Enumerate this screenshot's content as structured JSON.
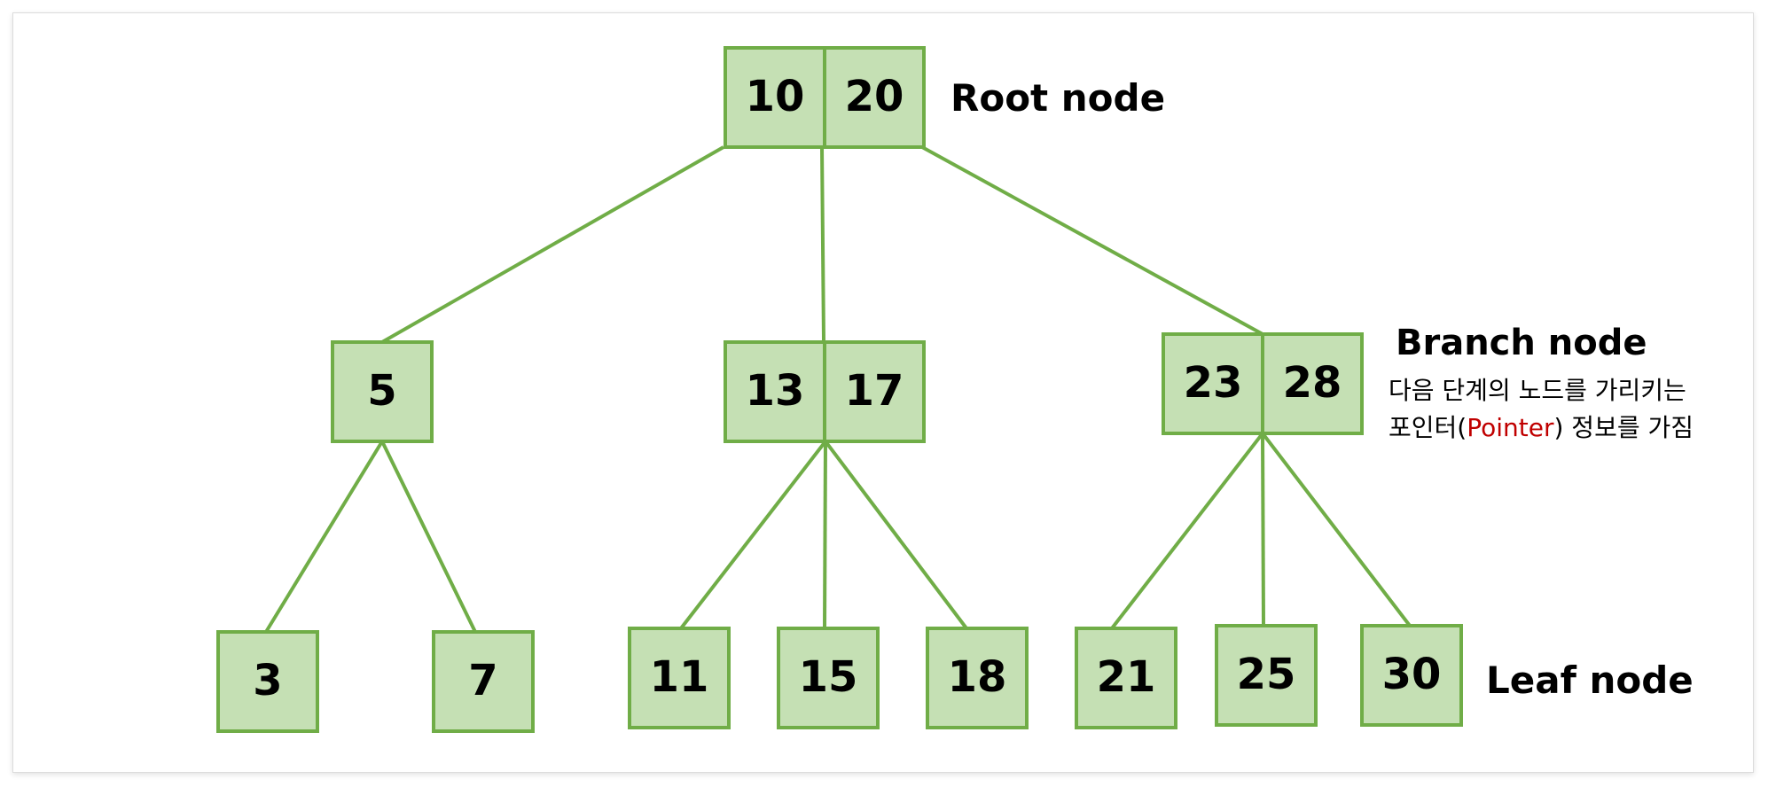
{
  "colors": {
    "node_fill": "#c5e0b4",
    "node_border": "#70ad47",
    "edge": "#70ad47",
    "accent": "#c00000"
  },
  "nodes": [
    {
      "id": "root",
      "keys": [
        "10",
        "20"
      ]
    },
    {
      "id": "branch-left",
      "keys": [
        "5"
      ]
    },
    {
      "id": "branch-middle",
      "keys": [
        "13",
        "17"
      ]
    },
    {
      "id": "branch-right",
      "keys": [
        "23",
        "28"
      ]
    },
    {
      "id": "leaf-3",
      "keys": [
        "3"
      ]
    },
    {
      "id": "leaf-7",
      "keys": [
        "7"
      ]
    },
    {
      "id": "leaf-11",
      "keys": [
        "11"
      ]
    },
    {
      "id": "leaf-15",
      "keys": [
        "15"
      ]
    },
    {
      "id": "leaf-18",
      "keys": [
        "18"
      ]
    },
    {
      "id": "leaf-21",
      "keys": [
        "21"
      ]
    },
    {
      "id": "leaf-25",
      "keys": [
        "25"
      ]
    },
    {
      "id": "leaf-30",
      "keys": [
        "30"
      ]
    }
  ],
  "edges": [
    {
      "from": "root",
      "to": "branch-left"
    },
    {
      "from": "root",
      "to": "branch-middle"
    },
    {
      "from": "root",
      "to": "branch-right"
    },
    {
      "from": "branch-left",
      "to": "leaf-3"
    },
    {
      "from": "branch-left",
      "to": "leaf-7"
    },
    {
      "from": "branch-middle",
      "to": "leaf-11"
    },
    {
      "from": "branch-middle",
      "to": "leaf-15"
    },
    {
      "from": "branch-middle",
      "to": "leaf-18"
    },
    {
      "from": "branch-right",
      "to": "leaf-21"
    },
    {
      "from": "branch-right",
      "to": "leaf-25"
    },
    {
      "from": "branch-right",
      "to": "leaf-30"
    }
  ],
  "labels": {
    "root": "Root node",
    "branch": "Branch node",
    "leaf": "Leaf node",
    "branch_desc_line1": "다음 단계의 노드를 가리키는",
    "branch_desc_line2_before": "포인터(",
    "branch_desc_line2_accent": "Pointer",
    "branch_desc_line2_after": ") 정보를 가짐"
  }
}
